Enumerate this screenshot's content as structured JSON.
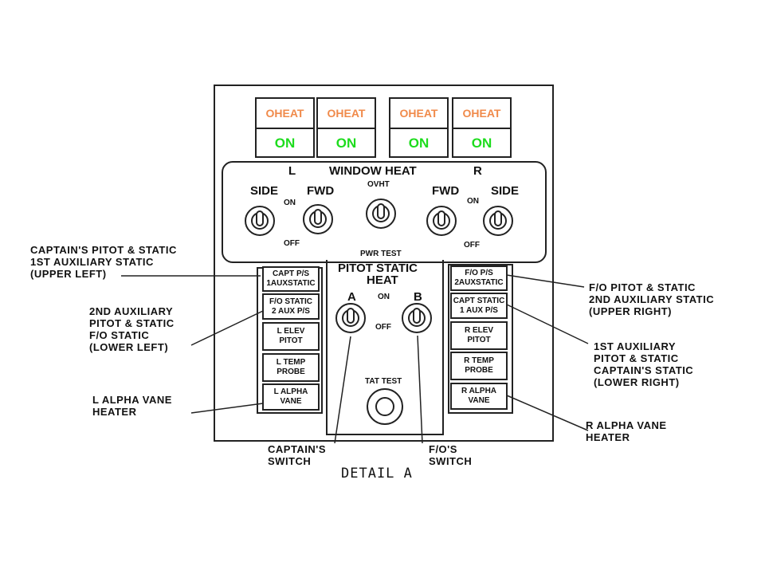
{
  "lights": [
    {
      "top": "OHEAT",
      "bottom": "ON"
    },
    {
      "top": "OHEAT",
      "bottom": "ON"
    },
    {
      "top": "OHEAT",
      "bottom": "ON"
    },
    {
      "top": "OHEAT",
      "bottom": "ON"
    }
  ],
  "colors": {
    "oheat": "#f08a4a",
    "on": "#1ddc1d",
    "line": "#222222"
  },
  "window_heat": {
    "title": "WINDOW HEAT",
    "left": "L",
    "right": "R",
    "side_left": "SIDE",
    "fwd_left": "FWD",
    "fwd_right": "FWD",
    "side_right": "SIDE",
    "on_left": "ON",
    "on_right": "ON",
    "off_left": "OFF",
    "off_right": "OFF",
    "ovht": "OVHT",
    "pwr_test": "PWR TEST"
  },
  "pitot": {
    "title_line1": "PITOT STATIC",
    "title_line2": "HEAT",
    "a": "A",
    "b": "B",
    "on": "ON",
    "off": "OFF",
    "tat_test": "TAT TEST"
  },
  "left_boxes": [
    {
      "line1": "CAPT P/S",
      "line2": "1AUXSTATIC"
    },
    {
      "line1": "F/O STATIC",
      "line2": "2 AUX P/S"
    },
    {
      "line1": "L ELEV",
      "line2": "PITOT"
    },
    {
      "line1": "L TEMP",
      "line2": "PROBE"
    },
    {
      "line1": "L ALPHA",
      "line2": "VANE"
    }
  ],
  "right_boxes": [
    {
      "line1": "F/O P/S",
      "line2": "2AUXSTATIC"
    },
    {
      "line1": "CAPT STATIC",
      "line2": "1 AUX P/S"
    },
    {
      "line1": "R ELEV",
      "line2": "PITOT"
    },
    {
      "line1": "R TEMP",
      "line2": "PROBE"
    },
    {
      "line1": "R ALPHA",
      "line2": "VANE"
    }
  ],
  "notes": {
    "capt_upper_left": "CAPTAIN'S PITOT & STATIC\n1ST AUXILIARY STATIC\n(UPPER LEFT)",
    "second_aux_lower_left": "2ND AUXILIARY\nPITOT & STATIC\nF/O STATIC\n(LOWER LEFT)",
    "l_alpha": "L ALPHA VANE\nHEATER",
    "fo_upper_right": "F/O PITOT & STATIC\n2ND AUXILIARY STATIC\n(UPPER RIGHT)",
    "first_aux_lower_right": "1ST AUXILIARY\nPITOT & STATIC\nCAPTAIN'S STATIC\n(LOWER RIGHT)",
    "r_alpha": "R ALPHA VANE\nHEATER",
    "captain_switch": "CAPTAIN'S\nSWITCH",
    "fo_switch": "F/O'S\nSWITCH"
  },
  "caption": "DETAIL A"
}
